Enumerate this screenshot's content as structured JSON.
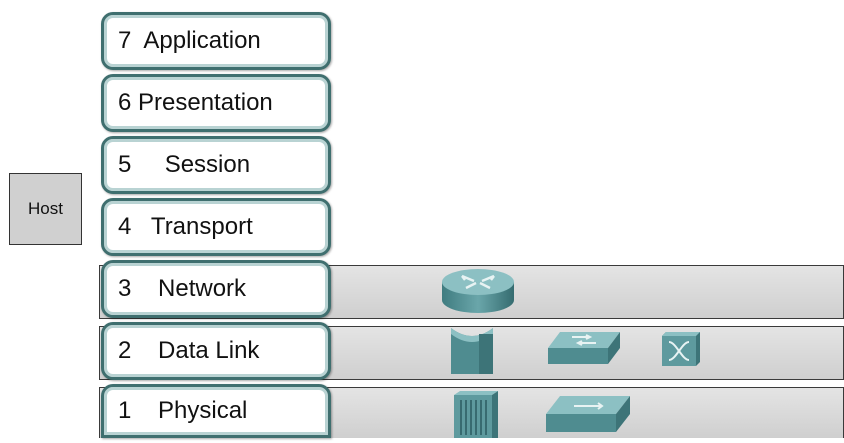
{
  "host": {
    "label": "Host"
  },
  "layers": [
    {
      "label": "7  Application"
    },
    {
      "label": "6 Presentation"
    },
    {
      "label": "5     Session"
    },
    {
      "label": "4   Transport"
    },
    {
      "label": "3    Network"
    },
    {
      "label": "2    Data Link"
    },
    {
      "label": "1    Physical"
    }
  ],
  "devices": {
    "network": [
      "router-icon"
    ],
    "data_link": [
      "bridge-icon",
      "switch-icon",
      "crossover-icon"
    ],
    "physical": [
      "hub-icon",
      "repeater-icon"
    ]
  },
  "colors": {
    "device_teal": "#5e9a9e",
    "layer_border": "#3f6f6f",
    "band_fill": "#d9d9d9",
    "host_fill": "#d0d0d0"
  }
}
